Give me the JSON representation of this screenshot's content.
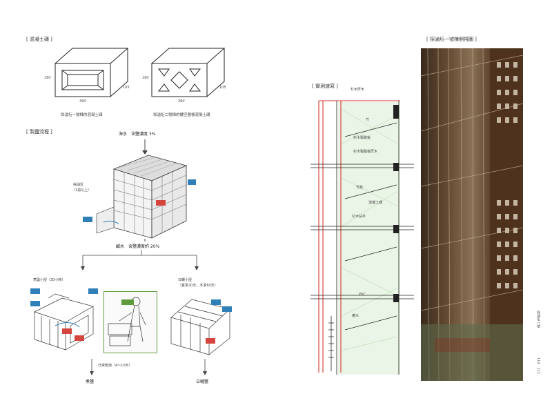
{
  "left_page": {
    "section_brick": {
      "label": "[ 混凝土磚 ]"
    },
    "brick1": {
      "caption": "採滷坵一號棟的混凝土磚",
      "dim_height": "190",
      "dim_width": "390",
      "dim_depth": "105"
    },
    "brick2": {
      "caption": "採滷坵二號棟的鏤空圖樣混凝土磚",
      "dim_height": "190",
      "dim_width": "390",
      "dim_depth": "105"
    },
    "section_process": {
      "label": "[ 製鹽流程 ]"
    },
    "flow": {
      "input": "海水　含鹽濃度 3%",
      "tower_label_line1": "採滷坵",
      "tower_label_line2": "（1週以上）",
      "output": "鹹水　含鹽濃度約 20%",
      "branch_left_line1": "煮鹽小屋（30小時）",
      "branch_right_line1": "日曬小屋",
      "branch_right_line2": "（夏季20天，冬季60天）",
      "left_bottom_note": "日常乾燥（4～10天）",
      "end_left": "煮鹽",
      "end_right": "日曬鹽"
    }
  },
  "right_page": {
    "section_survey": {
      "label": "[ 實測速寫 ]"
    },
    "section_photo": {
      "label": "[ 採滷坵一號棟側視圖 ]"
    },
    "sketch_labels": [
      "杉木厚木",
      "竹",
      "杉木製踏板",
      "杉木製踏板厚木",
      "竹枝",
      "混凝土磚",
      "杉木扶手",
      "PVC",
      "椿木"
    ],
    "running_head": "採滷坵一號",
    "page_number": "110　111"
  },
  "colors": {
    "tag_blue": "#2f7fb8",
    "tag_red": "#d4453d",
    "tag_green": "#5f9a3c",
    "sketch_red": "#d03a30"
  }
}
